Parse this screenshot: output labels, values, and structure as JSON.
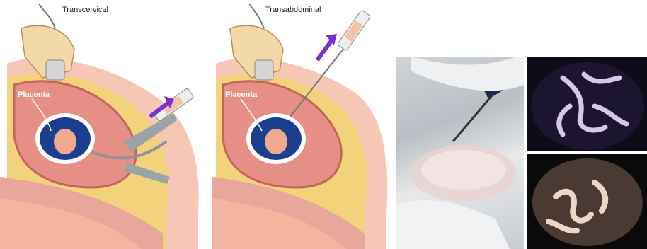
{
  "diagram": {
    "left_title": "Transcervical",
    "right_title": "Transabdominal",
    "left_placenta_label": "Placenta",
    "right_placenta_label": "Placenta"
  },
  "colors": {
    "uterus": "#e58f86",
    "tissue_light": "#f6c7b4",
    "fat_yellow": "#f2d27a",
    "fetus_fluid": "#1b3f8e",
    "arrow_purple": "#7a2fd0",
    "instrument_gray": "#8d9497"
  }
}
